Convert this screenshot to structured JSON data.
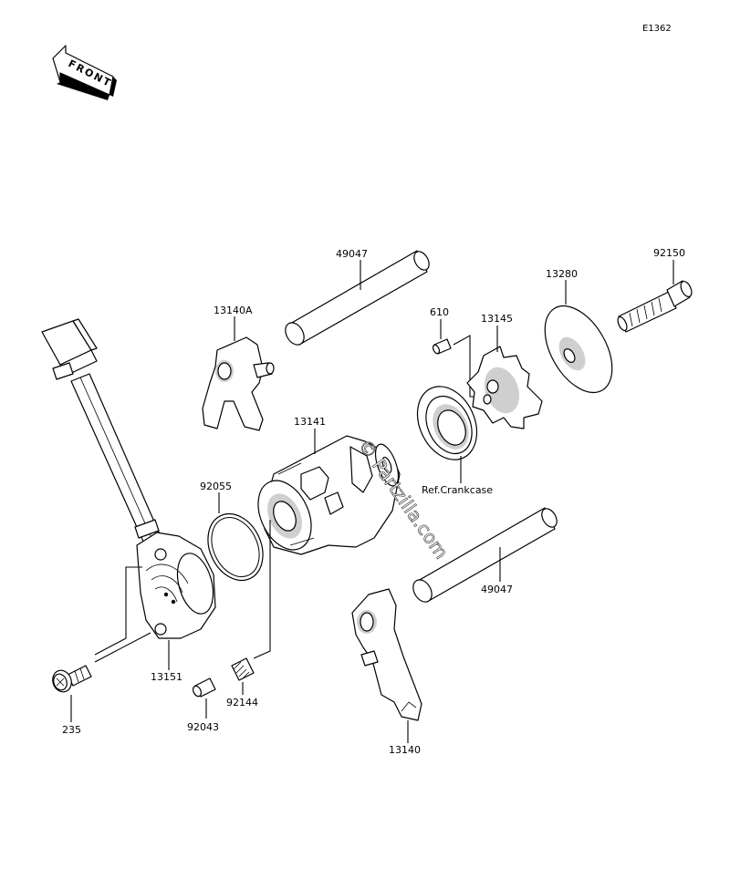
{
  "diagram_code": "E1362",
  "front_arrow": {
    "text": "FRONT"
  },
  "watermark": {
    "text": "© Partzilla.com"
  },
  "labels": {
    "p49047_top": "49047",
    "p92150": "92150",
    "p13280": "13280",
    "p13140A": "13140A",
    "p610": "610",
    "p13145": "13145",
    "p13141": "13141",
    "p92055": "92055",
    "ref_crankcase": "Ref.Crankcase",
    "p49047_bottom": "49047",
    "p13151": "13151",
    "p235": "235",
    "p92144": "92144",
    "p92043": "92043",
    "p13140": "13140"
  }
}
